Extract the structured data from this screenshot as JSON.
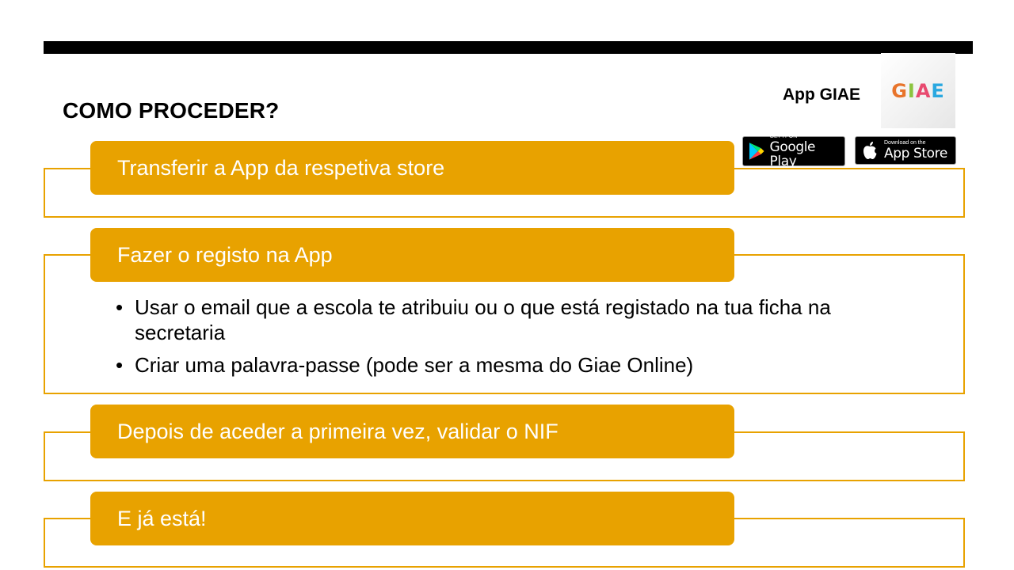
{
  "heading": "COMO PROCEDER?",
  "app_label": "App GIAE",
  "logo": {
    "letters": [
      "G",
      "I",
      "A",
      "E"
    ]
  },
  "badges": {
    "google_play": {
      "small": "GET IT ON",
      "big": "Google Play"
    },
    "app_store": {
      "small": "Download on the",
      "big": "App Store"
    }
  },
  "steps": [
    {
      "title": "Transferir a App da respetiva store"
    },
    {
      "title": "Fazer o registo na App",
      "bullets": [
        "Usar o email que a escola te atribuiu ou o que está registado na tua ficha na secretaria",
        "Criar uma palavra-passe (pode ser a mesma do Giae Online)"
      ]
    },
    {
      "title": "Depois de aceder a primeira vez, validar o NIF"
    },
    {
      "title": "E já está!"
    }
  ],
  "colors": {
    "accent": "#e8a200",
    "bar": "#000000"
  }
}
